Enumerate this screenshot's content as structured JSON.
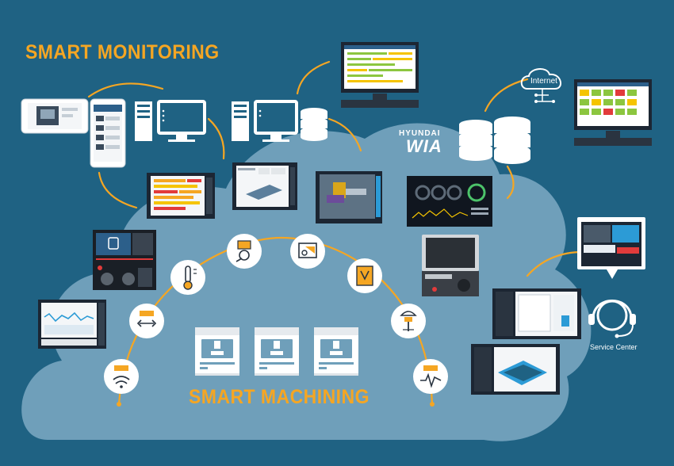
{
  "headings": {
    "smart_monitoring": "SMART MONITORING",
    "smart_machining": "SMART MACHINING"
  },
  "labels": {
    "internet": "Internet",
    "brand_top": "HYUNDAI",
    "brand_bottom": "WIA",
    "service_center": "Service Center"
  },
  "colors": {
    "background": "#1f6283",
    "cloud": "#6f9fba",
    "accent": "#f5a623",
    "icon_white": "#ffffff",
    "screen_dark": "#1c2633"
  },
  "icons": [
    "smartphone-icon",
    "tablet-icon",
    "server-tower-icon",
    "monitor-icon",
    "database-icon",
    "cloud-internet-icon",
    "headset-support-icon",
    "sound-wave-sensor-icon",
    "vibration-sensor-icon",
    "thermometer-icon",
    "tool-wear-icon",
    "camera-inspection-icon",
    "spindle-tool-icon",
    "drill-tool-icon",
    "waveform-sensor-icon",
    "machining-center-icon"
  ]
}
